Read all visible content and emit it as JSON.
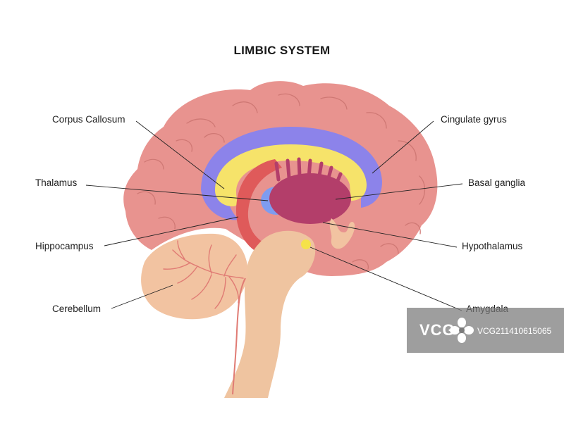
{
  "title": "LIMBIC SYSTEM",
  "labels": {
    "corpus_callosum": "Corpus Callosum",
    "thalamus": "Thalamus",
    "hippocampus": "Hippocampus",
    "cerebellum": "Cerebellum",
    "cingulate_gyrus": "Cingulate gyrus",
    "basal_ganglia": "Basal ganglia",
    "hypothalamus": "Hypothalamus",
    "amygdala": "Amygdala"
  },
  "watermark": {
    "logo": "VCG",
    "id": "VCG211410615065"
  },
  "colors": {
    "cortex": "#e8938f",
    "cortex_fold": "#c9706d",
    "cingulate": "#8c83ea",
    "corpus_callosum": "#f6e36a",
    "basal_ganglia": "#b33e6a",
    "hippocampus": "#df5a5a",
    "thalamus": "#7e9cf0",
    "brainstem": "#efc4a0",
    "cerebellum": "#f2c3a1",
    "amygdala": "#f5e24a"
  }
}
